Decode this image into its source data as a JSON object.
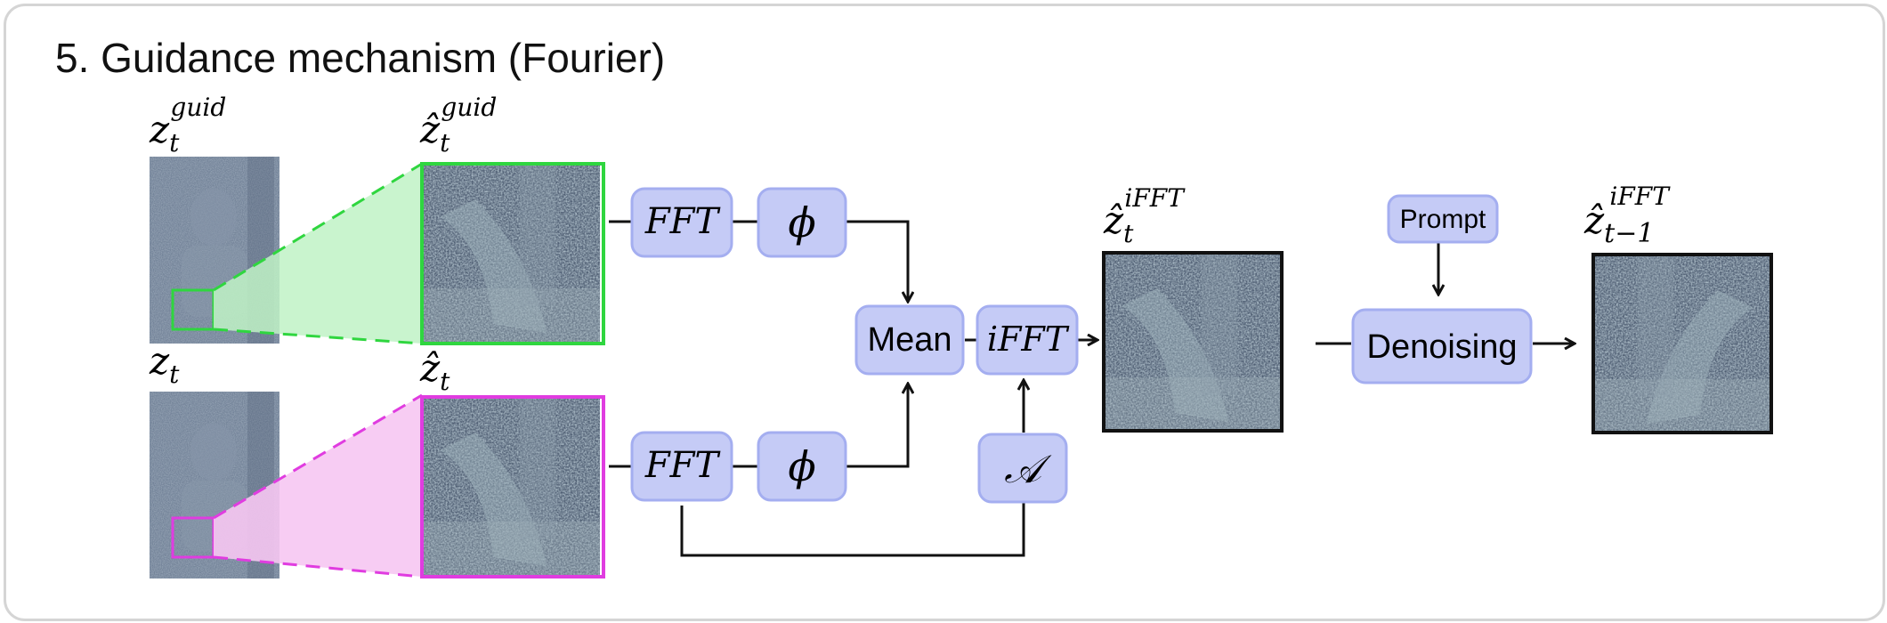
{
  "title": "5. Guidance mechanism (Fourier)",
  "colors": {
    "box_fill": "#c5cbf6",
    "box_stroke": "#a4aef0",
    "guid_green": "#2fd63f",
    "guid_green_fill": "#bff2c6",
    "zt_magenta": "#e03ce0",
    "zt_magenta_fill": "#f6c6f2",
    "image_tint": "#7f93a4"
  },
  "labels": {
    "z_guid_base": "z",
    "z_guid_sub": "t",
    "z_guid_sup": "guid",
    "zhat_guid_base": "ẑ",
    "zhat_guid_sub": "t",
    "zhat_guid_sup": "guid",
    "z_t_base": "z",
    "z_t_sub": "t",
    "zhat_t_base": "ẑ",
    "zhat_t_sub": "t",
    "zhat_ifft_base": "ẑ",
    "zhat_ifft_sub": "t",
    "zhat_ifft_sup": "iFFT",
    "zhat_prev_base": "ẑ",
    "zhat_prev_sub": "t−1",
    "zhat_prev_sup": "iFFT"
  },
  "blocks": {
    "fft_top": "FFT",
    "phi_top": "ϕ",
    "fft_bottom": "FFT",
    "phi_bottom": "ϕ",
    "mean": "Mean",
    "ifft": "iFFT",
    "amplitude": "𝒜",
    "prompt": "Prompt",
    "denoising": "Denoising"
  },
  "icons": [
    "noisy-latent-image",
    "crop-zoom-wedge",
    "arrow"
  ]
}
